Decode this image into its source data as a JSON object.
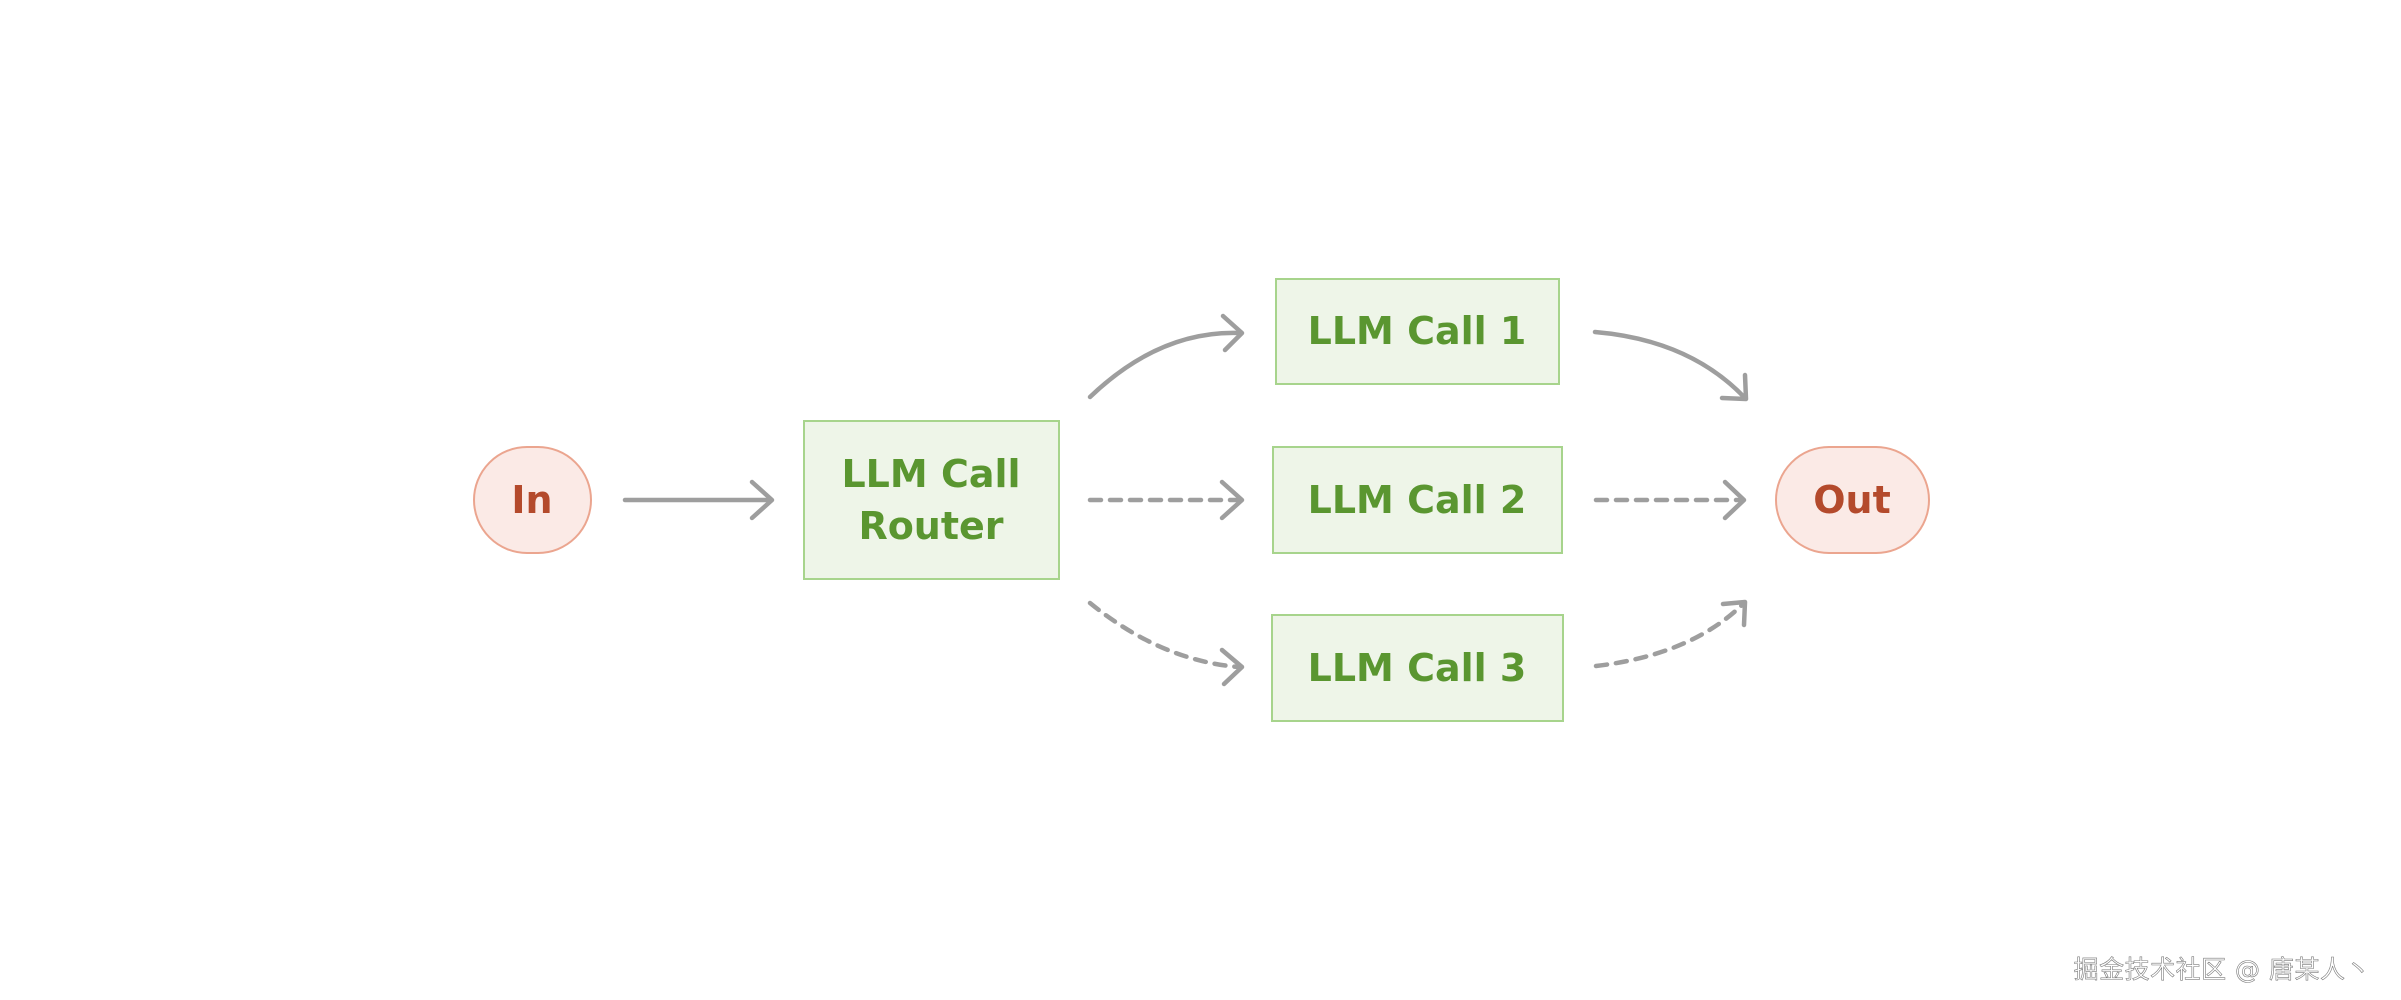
{
  "diagram": {
    "input_label": "In",
    "router_label_line1": "LLM Call",
    "router_label_line2": "Router",
    "call_1_label": "LLM Call 1",
    "call_2_label": "LLM Call 2",
    "call_3_label": "LLM Call 3",
    "output_label": "Out"
  },
  "watermark": {
    "text": "掘金技术社区 @ 唐某人丶"
  },
  "colors": {
    "io_fill": "#fbeae6",
    "io_stroke": "#eba58f",
    "io_text": "#b44a2c",
    "llm_fill": "#eef5e8",
    "llm_stroke": "#a7d48c",
    "llm_text": "#5a9630",
    "arrow": "#9e9e9e"
  }
}
